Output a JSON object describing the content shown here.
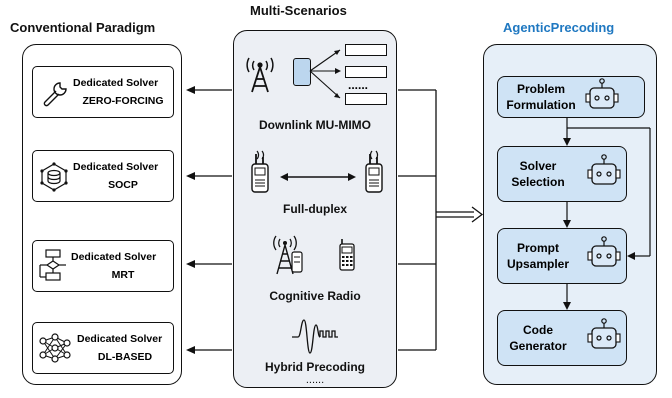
{
  "titles": {
    "conventional": "Conventional Paradigm",
    "scenarios": "Multi-Scenarios",
    "agentic": "AgenticPrecoding"
  },
  "colors": {
    "agentic_title": "#1f78c1",
    "agent_panel_bg": "#e6eff8",
    "agent_box_bg": "#cfe3f5",
    "scenario_panel_bg": "#eceff4"
  },
  "solvers": [
    {
      "line1": "Dedicated Solver",
      "line2": "ZERO-FORCING",
      "icon": "wrench-icon"
    },
    {
      "line1": "Dedicated Solver",
      "line2": "SOCP",
      "icon": "database-network-icon"
    },
    {
      "line1": "Dedicated Solver",
      "line2": "MRT",
      "icon": "flowchart-icon"
    },
    {
      "line1": "Dedicated Solver",
      "line2": "DL-BASED",
      "icon": "neural-network-icon"
    }
  ],
  "scenarios": [
    {
      "label": "Downlink MU-MIMO",
      "dots": "......"
    },
    {
      "label": "Full-duplex"
    },
    {
      "label": "Cognitive Radio"
    },
    {
      "label": "Hybrid Precoding"
    }
  ],
  "scenarios_more": "......",
  "agent_steps": [
    {
      "line1": "Problem",
      "line2": "Formulation",
      "icon": "robot-icon"
    },
    {
      "line1": "Solver",
      "line2": "Selection",
      "icon": "robot-icon"
    },
    {
      "line1": "Prompt",
      "line2": "Upsampler",
      "icon": "robot-icon"
    },
    {
      "line1": "Code",
      "line2": "Generator",
      "icon": "robot-icon"
    }
  ]
}
